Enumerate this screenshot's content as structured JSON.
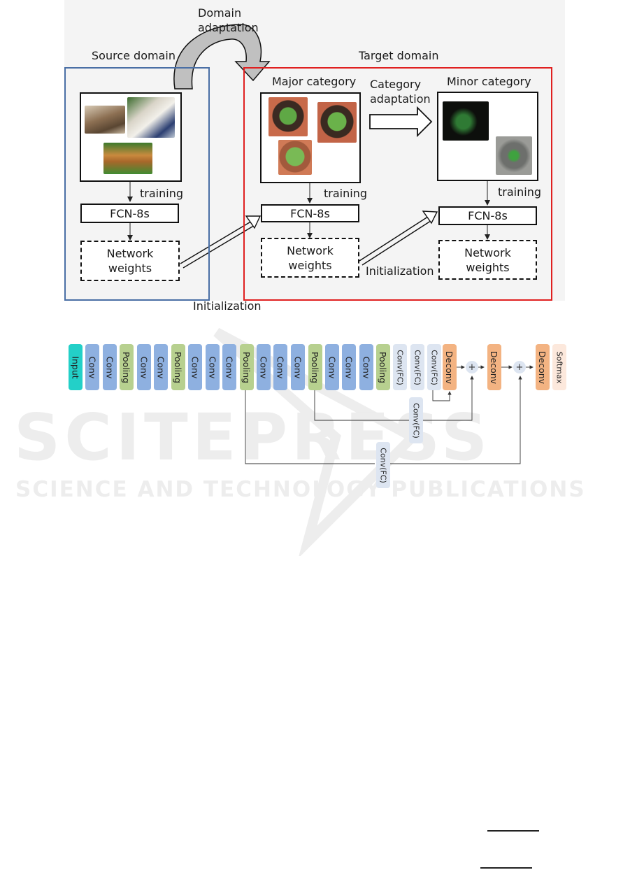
{
  "colors": {
    "source_border": "#4a6fa5",
    "target_border": "#e02020",
    "input": "#23d0c8",
    "conv": "#8eb0e0",
    "pooling": "#b7d08f",
    "conv_fc": "#dde5f1",
    "deconv": "#f3b382",
    "softmax": "#fce8dc",
    "op": "#dde5f1"
  },
  "top": {
    "domain_adaptation": "Domain\nadaptation",
    "source_domain": "Source domain",
    "target_domain": "Target domain",
    "major_category": "Major category",
    "category_adaptation": "Category\nadaptation",
    "minor_category": "Minor category",
    "training": "training",
    "fcn": "FCN-8s",
    "network_weights": "Network\nweights",
    "initialization": "Initialization"
  },
  "network": {
    "layers": [
      "Input",
      "Conv",
      "Conv",
      "Pooling",
      "Conv",
      "Conv",
      "Pooling",
      "Conv",
      "Conv",
      "Conv",
      "Pooling",
      "Conv",
      "Conv",
      "Conv",
      "Pooling",
      "Conv",
      "Conv",
      "Conv",
      "Pooling",
      "Conv(FC)",
      "Conv(FC)",
      "Conv(FC)",
      "Deconv",
      "Deconv",
      "Deconv",
      "Softmax"
    ],
    "skip_layers": [
      "Conv(FC)",
      "Conv(FC)"
    ],
    "plus": "+",
    "icons": [
      "plus-icon"
    ]
  },
  "watermark": {
    "main": "SCITEPRESS",
    "sub": "SCIENCE AND TECHNOLOGY PUBLICATIONS"
  }
}
